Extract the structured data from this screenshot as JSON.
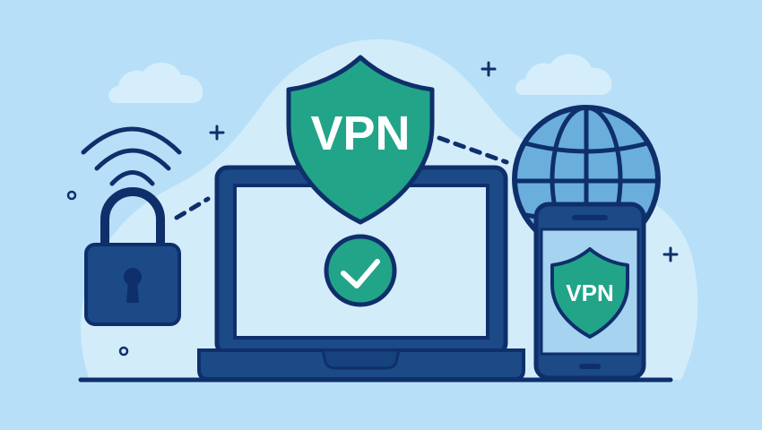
{
  "illustration": {
    "subject": "VPN security concept",
    "main_shield": {
      "label": "VPN",
      "icon": "shield-icon"
    },
    "laptop": {
      "screen_icon": "check-circle-icon"
    },
    "phone": {
      "shield_label": "VPN",
      "icon": "shield-icon"
    },
    "padlock": {
      "icon": "lock-icon"
    },
    "wifi": {
      "icon": "wifi-icon"
    },
    "globe": {
      "icon": "globe-icon"
    },
    "decorations": [
      "cloud-icon",
      "cloud-icon",
      "plus-icon",
      "plus-icon",
      "plus-icon",
      "circle-dot",
      "circle-dot"
    ]
  },
  "colors": {
    "background": "#b7e0f8",
    "blob": "#d3ecfa",
    "cloud": "#d6eefb",
    "navy_outline": "#0f2f6b",
    "navy_fill": "#1b4a86",
    "shield_green": "#22a489",
    "laptop_screen": "#d3ecfa",
    "phone_screen": "#a6d3f0",
    "globe_fill": "#6aaedc",
    "text_white": "#ffffff"
  }
}
